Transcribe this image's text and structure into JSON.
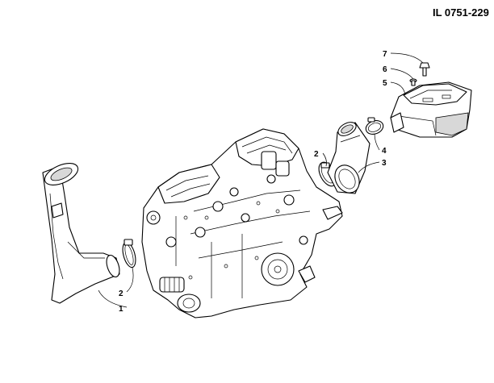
{
  "diagram": {
    "id_label": "IL 0751-229",
    "callouts": {
      "c1": "1",
      "c2a": "2",
      "c2b": "2",
      "c3": "3",
      "c4": "4",
      "c5": "5",
      "c6": "6",
      "c7": "7"
    }
  }
}
